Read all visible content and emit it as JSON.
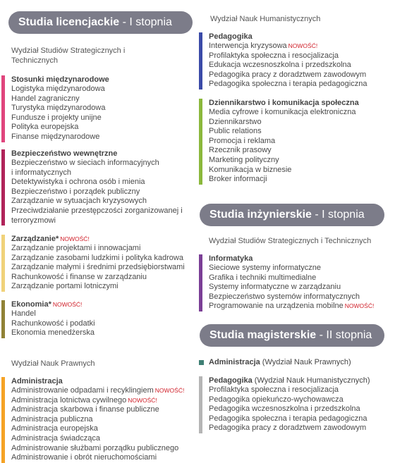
{
  "badge_new": "NOWOŚĆ!",
  "colors": {
    "banner": "#7c7c89",
    "pink": "#e0457d",
    "crimson": "#b0245a",
    "yellow": "#f0d27a",
    "olive": "#908236",
    "orange": "#f5a326",
    "blue": "#3b4ba8",
    "green": "#8bb83c",
    "purple": "#7b3f96",
    "teal": "#3f7f74",
    "gray": "#b5b5b5",
    "new_badge": "#d0202a"
  },
  "bachelor": {
    "title": "Studia licencjackie",
    "degree": " - I stopnia",
    "faculty_strategic": "Wydział Studiów Strategicznych i Technicznych",
    "faculty_law": "Wydział Nauk Prawnych",
    "faculty_humanities": "Wydział Nauk Humanistycznych",
    "groups": {
      "international": {
        "title": "Stosunki międzynarodowe",
        "items": [
          "Logistyka międzynarodowa",
          "Handel zagraniczny",
          "Turystyka międzynarodowa",
          "Fundusze i projekty unijne",
          "Polityka europejska",
          "Finanse międzynarodowe"
        ]
      },
      "security": {
        "title": "Bezpieczeństwo wewnętrzne",
        "items": [
          "Bezpieczeństwo w sieciach informacyjnych i informatycznych",
          "Detektywistyka i ochrona osób i mienia",
          "Bezpieczeństwo i porządek publiczny",
          "Zarządzanie w sytuacjach kryzysowych",
          "Przeciwdziałanie przestępczości zorganizowanej i terroryzmowi"
        ]
      },
      "management": {
        "title": "Zarządzanie*",
        "items": [
          "Zarządzanie projektami i innowacjami",
          "Zarządzanie zasobami ludzkimi i polityka kadrowa",
          "Zarządzanie małymi i średnimi przedsiębiorstwami",
          "Rachunkowość i finanse w zarządzaniu",
          "Zarządzanie portami lotniczymi"
        ]
      },
      "economics": {
        "title": "Ekonomia*",
        "items": [
          "Handel",
          "Rachunkowość i podatki",
          "Ekonomia menedżerska"
        ]
      },
      "administration": {
        "title": "Administracja",
        "items": [
          "Administrowanie odpadami i recyklingiem",
          "Administracja lotnictwa cywilnego",
          "Administracja skarbowa i finanse publiczne",
          "Administracja publiczna",
          "Administracja europejska",
          "Administracja świadcząca",
          "Administrowanie służbami porządku publicznego",
          "Administrowanie i obrót nieruchomościami"
        ]
      },
      "pedagogy": {
        "title": "Pedagogika",
        "items": [
          "Interwencja kryzysowa",
          "Profilaktyka społeczna i resocjalizacja",
          "Edukacja wczesnoszkolna i przedszkolna",
          "Pedagogika pracy z doradztwem zawodowym",
          "Pedagogika społeczna i terapia pedagogiczna"
        ]
      },
      "journalism": {
        "title": "Dziennikarstwo i komunikacja społeczna",
        "items": [
          "Media cyfrowe i komunikacja elektroniczna",
          "Dziennikarstwo",
          "Public relations",
          "Promocja i reklama",
          "Rzecznik prasowy",
          "Marketing polityczny",
          "Komunikacja w biznesie",
          "Broker informacji"
        ]
      }
    }
  },
  "engineering": {
    "title": "Studia inżynierskie",
    "degree": " - I stopnia",
    "faculty": "Wydział Studiów Strategicznych i Technicznych",
    "group": {
      "title": "Informatyka",
      "items": [
        "Sieciowe systemy informatyczne",
        "Grafika i techniki multimedialne",
        "Systemy informatyczne w zarządzaniu",
        "Bezpieczeństwo systemów informatycznych",
        "Programowanie na urządzenia mobilne"
      ]
    }
  },
  "master": {
    "title": "Studia magisterskie",
    "degree": " - II stopnia",
    "administration": {
      "title": "Administracja",
      "faculty": " (Wydział Nauk Prawnych)"
    },
    "pedagogy": {
      "title": "Pedagogika",
      "faculty": " (Wydział Nauk Humanistycznych)",
      "items": [
        "Profilaktyka społeczna i resocjalizacja",
        "Pedagogika opiekuńczo-wychowawcza",
        "Pedagogika wczesnoszkolna i przedszkolna",
        "Pedagogika społeczna i terapia pedagogiczna",
        "Pedagogika pracy z doradztwem zawodowym"
      ]
    }
  }
}
